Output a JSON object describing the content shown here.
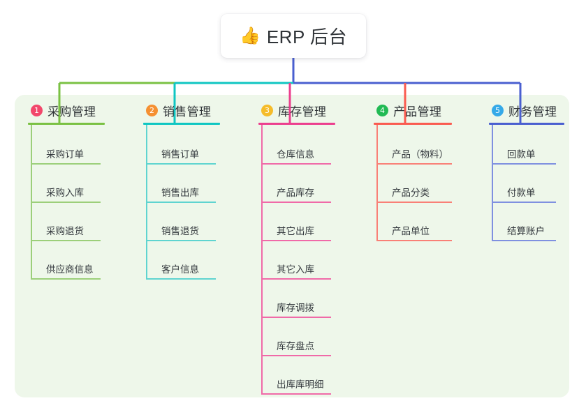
{
  "root": {
    "icon": "thumbs-up-icon",
    "emoji": "👍",
    "title": "ERP 后台"
  },
  "colors": {
    "panel_background": "#eef7ea",
    "page_background": "#ffffff",
    "root_card_background": "#ffffff",
    "text": "#2f3337",
    "connector_green": "#7ac143",
    "connector_teal": "#0fc6c2",
    "connector_blue": "#4a5fd0",
    "connector_pink": "#ec3f8e",
    "connector_red": "#fa5b50"
  },
  "branches": [
    {
      "index": "1",
      "badge_color": "#f2476b",
      "rule_color": "#7ac143",
      "line_color": "#9ccf7a",
      "title": "采购管理",
      "items": [
        "采购订单",
        "采购入库",
        "采购退货",
        "供应商信息"
      ]
    },
    {
      "index": "2",
      "badge_color": "#f59032",
      "rule_color": "#0fc6c2",
      "line_color": "#5fd4d0",
      "title": "销售管理",
      "items": [
        "销售订单",
        "销售出库",
        "销售退货",
        "客户信息"
      ]
    },
    {
      "index": "3",
      "badge_color": "#f5bc2a",
      "rule_color": "#ec3f8e",
      "line_color": "#f06aa8",
      "title": "库存管理",
      "items": [
        "仓库信息",
        "产品库存",
        "其它出库",
        "其它入库",
        "库存调拨",
        "库存盘点",
        "出库库明细"
      ]
    },
    {
      "index": "4",
      "badge_color": "#21ba54",
      "rule_color": "#fa5b50",
      "line_color": "#f98077",
      "title": "产品管理",
      "items": [
        "产品（物料）",
        "产品分类",
        "产品单位"
      ]
    },
    {
      "index": "5",
      "badge_color": "#35a9e8",
      "rule_color": "#4a5fd0",
      "line_color": "#7f90e0",
      "title": "财务管理",
      "items": [
        "回款单",
        "付款单",
        "结算账户"
      ]
    }
  ]
}
